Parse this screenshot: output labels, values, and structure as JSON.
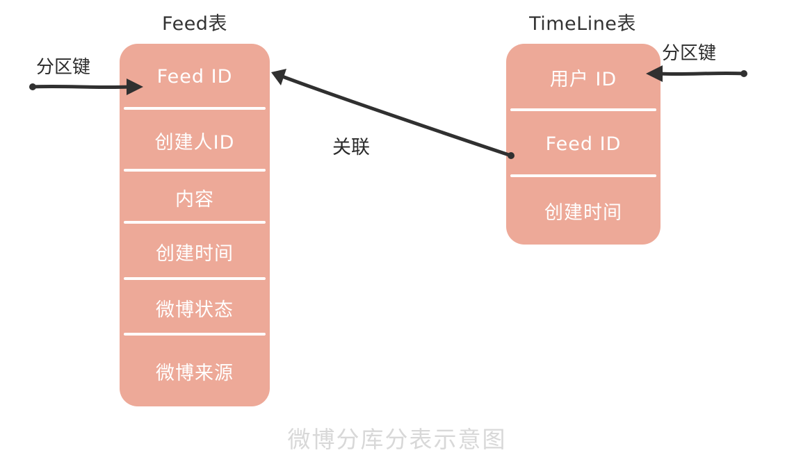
{
  "caption": "微博分库分表示意图",
  "colors": {
    "table_fill": "#eda998",
    "row_text": "#ffffff",
    "title_text": "#333333",
    "arrow": "#303030",
    "caption_text": "#d8d8d8",
    "background": "#ffffff"
  },
  "tables": [
    {
      "id": "feed",
      "title": "Feed表",
      "rows": [
        {
          "label": "Feed ID"
        },
        {
          "label": "创建人ID"
        },
        {
          "label": "内容"
        },
        {
          "label": "创建时间"
        },
        {
          "label": "微博状态"
        },
        {
          "label": "微博来源"
        }
      ]
    },
    {
      "id": "timeline",
      "title": "TimeLine表",
      "rows": [
        {
          "label": "用户 ID"
        },
        {
          "label": "Feed ID"
        },
        {
          "label": "创建时间"
        }
      ]
    }
  ],
  "annotations": {
    "partition_key_left": "分区键",
    "partition_key_right": "分区键",
    "relation": "关联"
  }
}
